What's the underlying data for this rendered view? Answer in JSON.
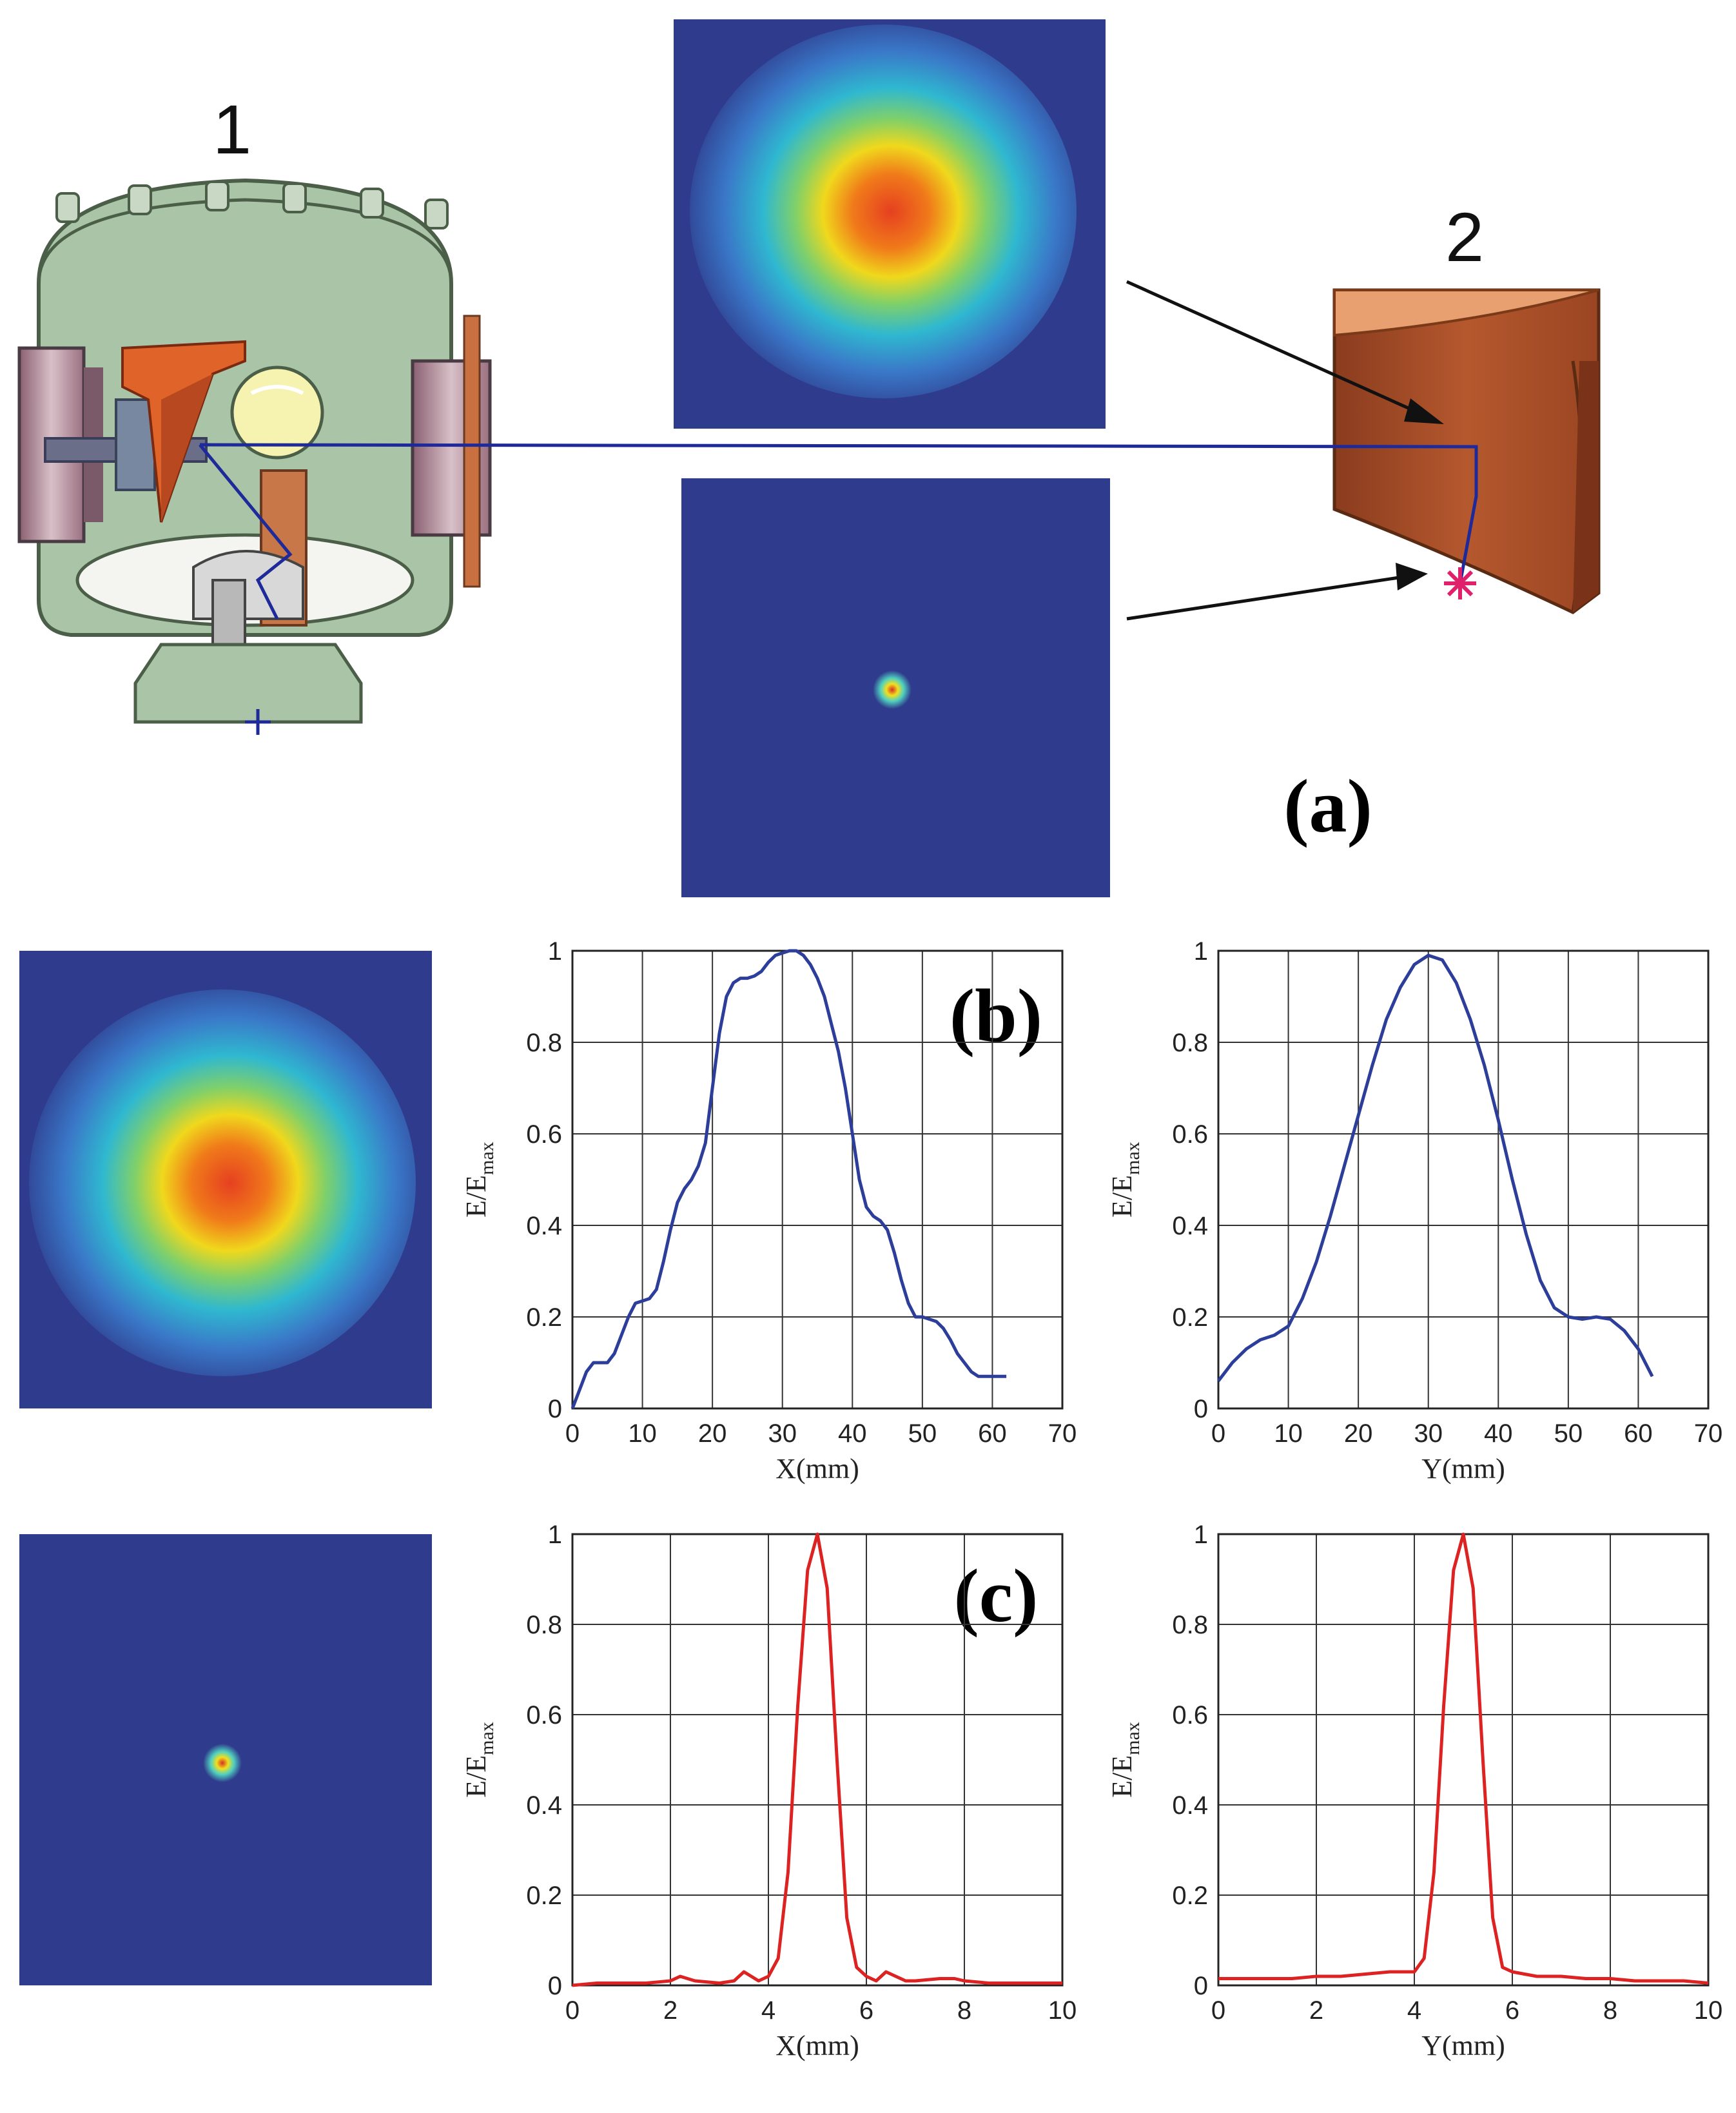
{
  "figure": {
    "component_labels": [
      "1",
      "2"
    ],
    "panel_labels": {
      "a": "(a)",
      "b": "(b)",
      "c": "(c)"
    },
    "colors": {
      "blue_curve": "#2c3e9a",
      "red_curve": "#dd2222",
      "map_background": "#2f3b8c",
      "beam_line": "#1f2a9a"
    }
  },
  "chart_data": [
    {
      "type": "line",
      "panel": "(b)",
      "xlabel": "X(mm)",
      "ylabel_main": "E/E",
      "ylabel_sub": "max",
      "xlim": [
        0,
        70
      ],
      "ylim": [
        0,
        1
      ],
      "xticks": [
        "0",
        "10",
        "20",
        "30",
        "40",
        "50",
        "60",
        "70"
      ],
      "yticks": [
        "0",
        "0.2",
        "0.4",
        "0.6",
        "0.8",
        "1"
      ],
      "grid": true,
      "color": "#2c3e9a",
      "x": [
        0,
        1,
        2,
        3,
        4,
        5,
        6,
        7,
        8,
        9,
        10,
        11,
        12,
        13,
        14,
        15,
        16,
        17,
        18,
        19,
        20,
        21,
        22,
        23,
        24,
        25,
        26,
        27,
        28,
        29,
        30,
        31,
        32,
        33,
        34,
        35,
        36,
        37,
        38,
        39,
        40,
        41,
        42,
        43,
        44,
        45,
        46,
        47,
        48,
        49,
        50,
        51,
        52,
        53,
        54,
        55,
        56,
        57,
        58,
        59,
        60,
        61,
        62
      ],
      "y": [
        0.0,
        0.04,
        0.08,
        0.1,
        0.1,
        0.1,
        0.12,
        0.16,
        0.2,
        0.23,
        0.235,
        0.24,
        0.26,
        0.32,
        0.39,
        0.45,
        0.48,
        0.5,
        0.53,
        0.58,
        0.7,
        0.82,
        0.9,
        0.93,
        0.94,
        0.94,
        0.945,
        0.955,
        0.975,
        0.99,
        0.995,
        1.0,
        1.0,
        0.99,
        0.97,
        0.94,
        0.9,
        0.84,
        0.78,
        0.7,
        0.6,
        0.5,
        0.44,
        0.42,
        0.41,
        0.39,
        0.34,
        0.28,
        0.23,
        0.2,
        0.2,
        0.195,
        0.19,
        0.175,
        0.15,
        0.12,
        0.1,
        0.08,
        0.07,
        0.07,
        0.07,
        0.07,
        0.07
      ]
    },
    {
      "type": "line",
      "panel": "(b)",
      "xlabel": "Y(mm)",
      "ylabel_main": "E/E",
      "ylabel_sub": "max",
      "xlim": [
        0,
        70
      ],
      "ylim": [
        0,
        1
      ],
      "xticks": [
        "0",
        "10",
        "20",
        "30",
        "40",
        "50",
        "60",
        "70"
      ],
      "yticks": [
        "0",
        "0.2",
        "0.4",
        "0.6",
        "0.8",
        "1"
      ],
      "grid": true,
      "color": "#2c3e9a",
      "x": [
        0,
        2,
        4,
        6,
        8,
        10,
        12,
        14,
        16,
        18,
        20,
        22,
        24,
        26,
        28,
        30,
        32,
        34,
        36,
        38,
        40,
        42,
        44,
        46,
        48,
        50,
        52,
        54,
        56,
        58,
        60,
        62
      ],
      "y": [
        0.06,
        0.1,
        0.13,
        0.15,
        0.16,
        0.18,
        0.24,
        0.32,
        0.42,
        0.53,
        0.64,
        0.75,
        0.85,
        0.92,
        0.97,
        0.99,
        0.98,
        0.93,
        0.85,
        0.75,
        0.63,
        0.5,
        0.38,
        0.28,
        0.22,
        0.2,
        0.195,
        0.2,
        0.195,
        0.17,
        0.13,
        0.07
      ]
    },
    {
      "type": "line",
      "panel": "(c)",
      "xlabel": "X(mm)",
      "ylabel_main": "E/E",
      "ylabel_sub": "max",
      "xlim": [
        0,
        10
      ],
      "ylim": [
        0,
        1
      ],
      "xticks": [
        "0",
        "2",
        "4",
        "6",
        "8",
        "10"
      ],
      "yticks": [
        "0",
        "0.2",
        "0.4",
        "0.6",
        "0.8",
        "1"
      ],
      "grid": true,
      "color": "#dd2222",
      "x": [
        0,
        0.5,
        1,
        1.5,
        2,
        2.2,
        2.5,
        3,
        3.3,
        3.5,
        3.8,
        4,
        4.2,
        4.4,
        4.6,
        4.8,
        5,
        5.2,
        5.4,
        5.6,
        5.8,
        6,
        6.2,
        6.4,
        6.6,
        6.8,
        7,
        7.5,
        7.8,
        8,
        8.5,
        9,
        9.5,
        10
      ],
      "y": [
        0.0,
        0.005,
        0.005,
        0.005,
        0.01,
        0.02,
        0.01,
        0.005,
        0.01,
        0.03,
        0.01,
        0.02,
        0.06,
        0.25,
        0.62,
        0.92,
        1.0,
        0.88,
        0.5,
        0.15,
        0.04,
        0.02,
        0.01,
        0.03,
        0.02,
        0.01,
        0.01,
        0.015,
        0.015,
        0.01,
        0.005,
        0.005,
        0.005,
        0.005
      ]
    },
    {
      "type": "line",
      "panel": "(c)",
      "xlabel": "Y(mm)",
      "ylabel_main": "E/E",
      "ylabel_sub": "max",
      "xlim": [
        0,
        10
      ],
      "ylim": [
        0,
        1
      ],
      "xticks": [
        "0",
        "2",
        "4",
        "6",
        "8",
        "10"
      ],
      "yticks": [
        "0",
        "0.2",
        "0.4",
        "0.6",
        "0.8",
        "1"
      ],
      "grid": true,
      "color": "#dd2222",
      "x": [
        0,
        0.5,
        1,
        1.5,
        2,
        2.5,
        3,
        3.5,
        3.8,
        4,
        4.2,
        4.4,
        4.6,
        4.8,
        5,
        5.2,
        5.4,
        5.6,
        5.8,
        6,
        6.5,
        7,
        7.5,
        8,
        8.5,
        9,
        9.5,
        10
      ],
      "y": [
        0.015,
        0.015,
        0.015,
        0.015,
        0.02,
        0.02,
        0.025,
        0.03,
        0.03,
        0.03,
        0.06,
        0.25,
        0.62,
        0.92,
        1.0,
        0.88,
        0.5,
        0.15,
        0.04,
        0.03,
        0.02,
        0.02,
        0.015,
        0.015,
        0.01,
        0.01,
        0.01,
        0.005
      ]
    }
  ]
}
